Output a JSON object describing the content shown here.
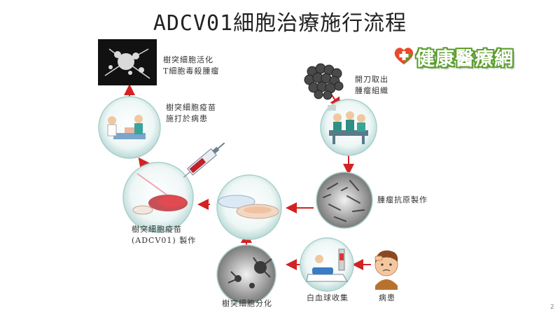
{
  "title": "ADCV01細胞治療施行流程",
  "logo": {
    "text": "健康醫療網",
    "icon": "heart-plus-icon",
    "accent": "#5b9e2d",
    "heart_color": "#e84a2a"
  },
  "steps": [
    {
      "id": "tumor",
      "lines": [
        "開刀取出",
        "腫瘤組織"
      ]
    },
    {
      "id": "antigen",
      "lines": [
        "腫瘤抗原製作"
      ]
    },
    {
      "id": "patient",
      "lines": [
        "病患"
      ]
    },
    {
      "id": "collect",
      "lines": [
        "白血球收集"
      ]
    },
    {
      "id": "differentiate",
      "lines": [
        "樹突細胞分化"
      ]
    },
    {
      "id": "vaccine",
      "lines": [
        "樹突細胞疫苗",
        "(ADCV01) 製作"
      ]
    },
    {
      "id": "inject",
      "lines": [
        "樹突細胞疫苗",
        "施打於病患"
      ]
    },
    {
      "id": "activate",
      "lines": [
        "樹突細胞活化",
        "T細胞毒殺腫瘤"
      ]
    }
  ],
  "arrow_color": "#d32222",
  "page_number": "2"
}
